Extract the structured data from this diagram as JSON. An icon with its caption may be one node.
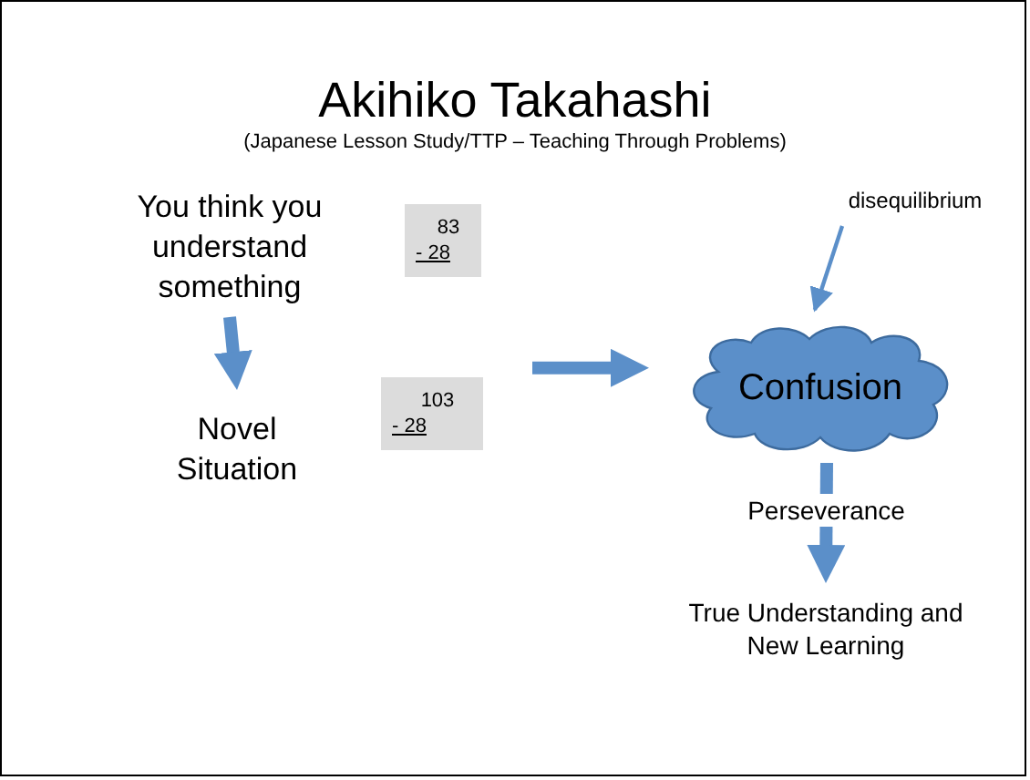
{
  "diagram": {
    "title": "Akihiko Takahashi",
    "nodes": [
      {
        "text": [
          "You think you understand something"
        ]
      },
      {
        "text": [
          "Novel Situation"
        ]
      },
      {
        "text": [
          "83",
          "- 28"
        ]
      },
      {
        "text": [
          "103",
          "- 28"
        ]
      },
      {
        "text": [
          "Confusion"
        ]
      },
      {
        "text": [
          "disequilibrium"
        ]
      },
      {
        "text": [
          "True Understanding and New Learning"
        ]
      }
    ],
    "edges": [
      {
        "from": 0,
        "to": 1,
        "arrow": "to"
      },
      {
        "from": null,
        "to": 4,
        "arrow": "to"
      },
      {
        "from": 5,
        "to": 4,
        "arrow": "to"
      },
      {
        "from": 4,
        "to": 6,
        "arrow": "to",
        "label": "Perseverance"
      }
    ],
    "labels": [
      "(Japanese Lesson Study/TTP – Teaching Through Problems)"
    ]
  }
}
